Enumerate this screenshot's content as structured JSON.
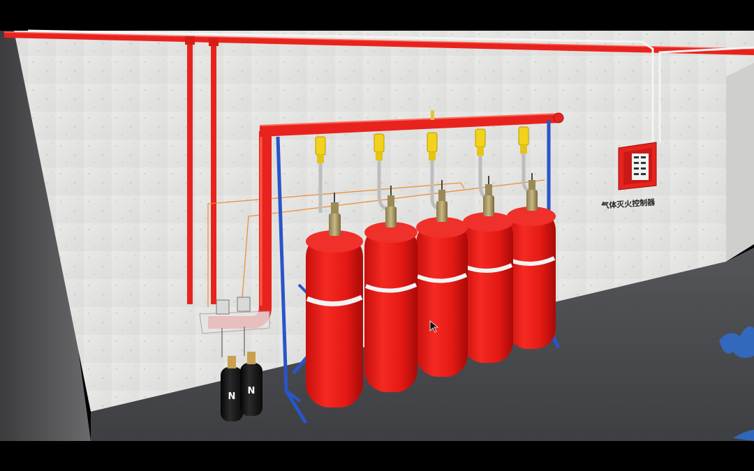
{
  "scene": {
    "controller_label": "气体灭火控制器",
    "nitrogen_label": "N",
    "agent_cylinder_count": 5,
    "nitrogen_cylinder_count": 2
  },
  "colors": {
    "pipe_red": "#e8231e",
    "cylinder_red": "#ee1c18",
    "frame_blue": "#2a55c8",
    "valve_yellow": "#f2d21b",
    "wall": "#e4e4e2",
    "floor": "#4a4b4e",
    "letterbox": "#000000"
  }
}
